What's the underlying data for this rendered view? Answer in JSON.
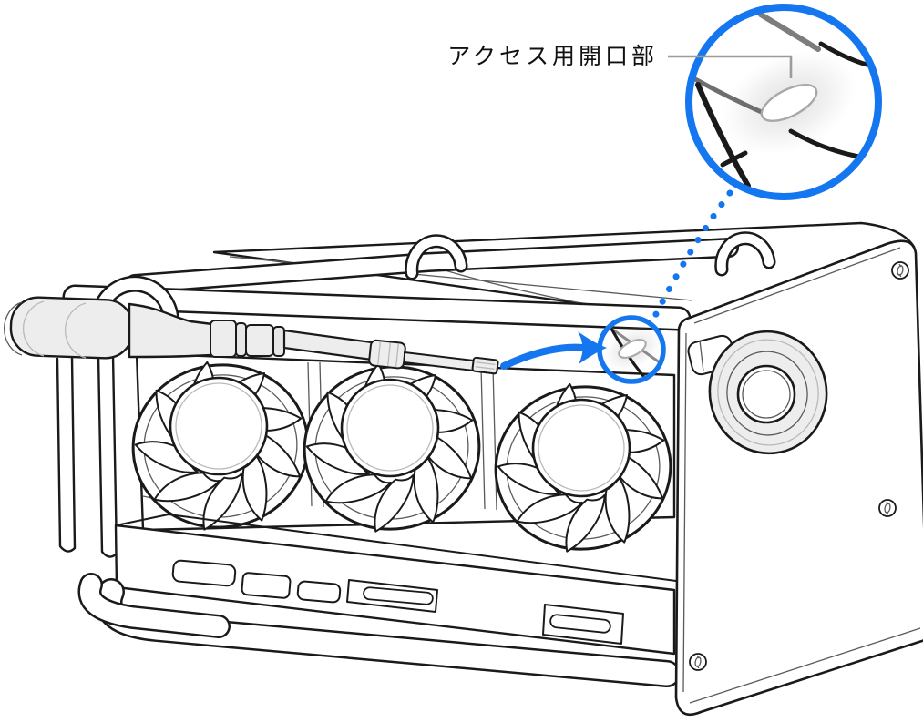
{
  "figure": {
    "type": "technical-illustration",
    "subject": "Computer lying on its side with three fans; a screwdriver points toward a small access opening that is magnified in a callout circle",
    "callout": {
      "label": "アクセス用開口部",
      "leader_style": "solid-gray-elbow",
      "magnifier_leader_style": "dotted-blue"
    },
    "annotations": {
      "arrow": "blue-curved-arrow",
      "highlight": "blue-circle-on-access-hole",
      "magnifier": "blue-zoom-circle"
    },
    "colors": {
      "accent_blue": "#1577F0",
      "callout_line_gray": "#9B9B9B",
      "line_black": "#1A1A1A",
      "fill_light_gray": "#EDEDED",
      "background": "#FFFFFF"
    }
  }
}
